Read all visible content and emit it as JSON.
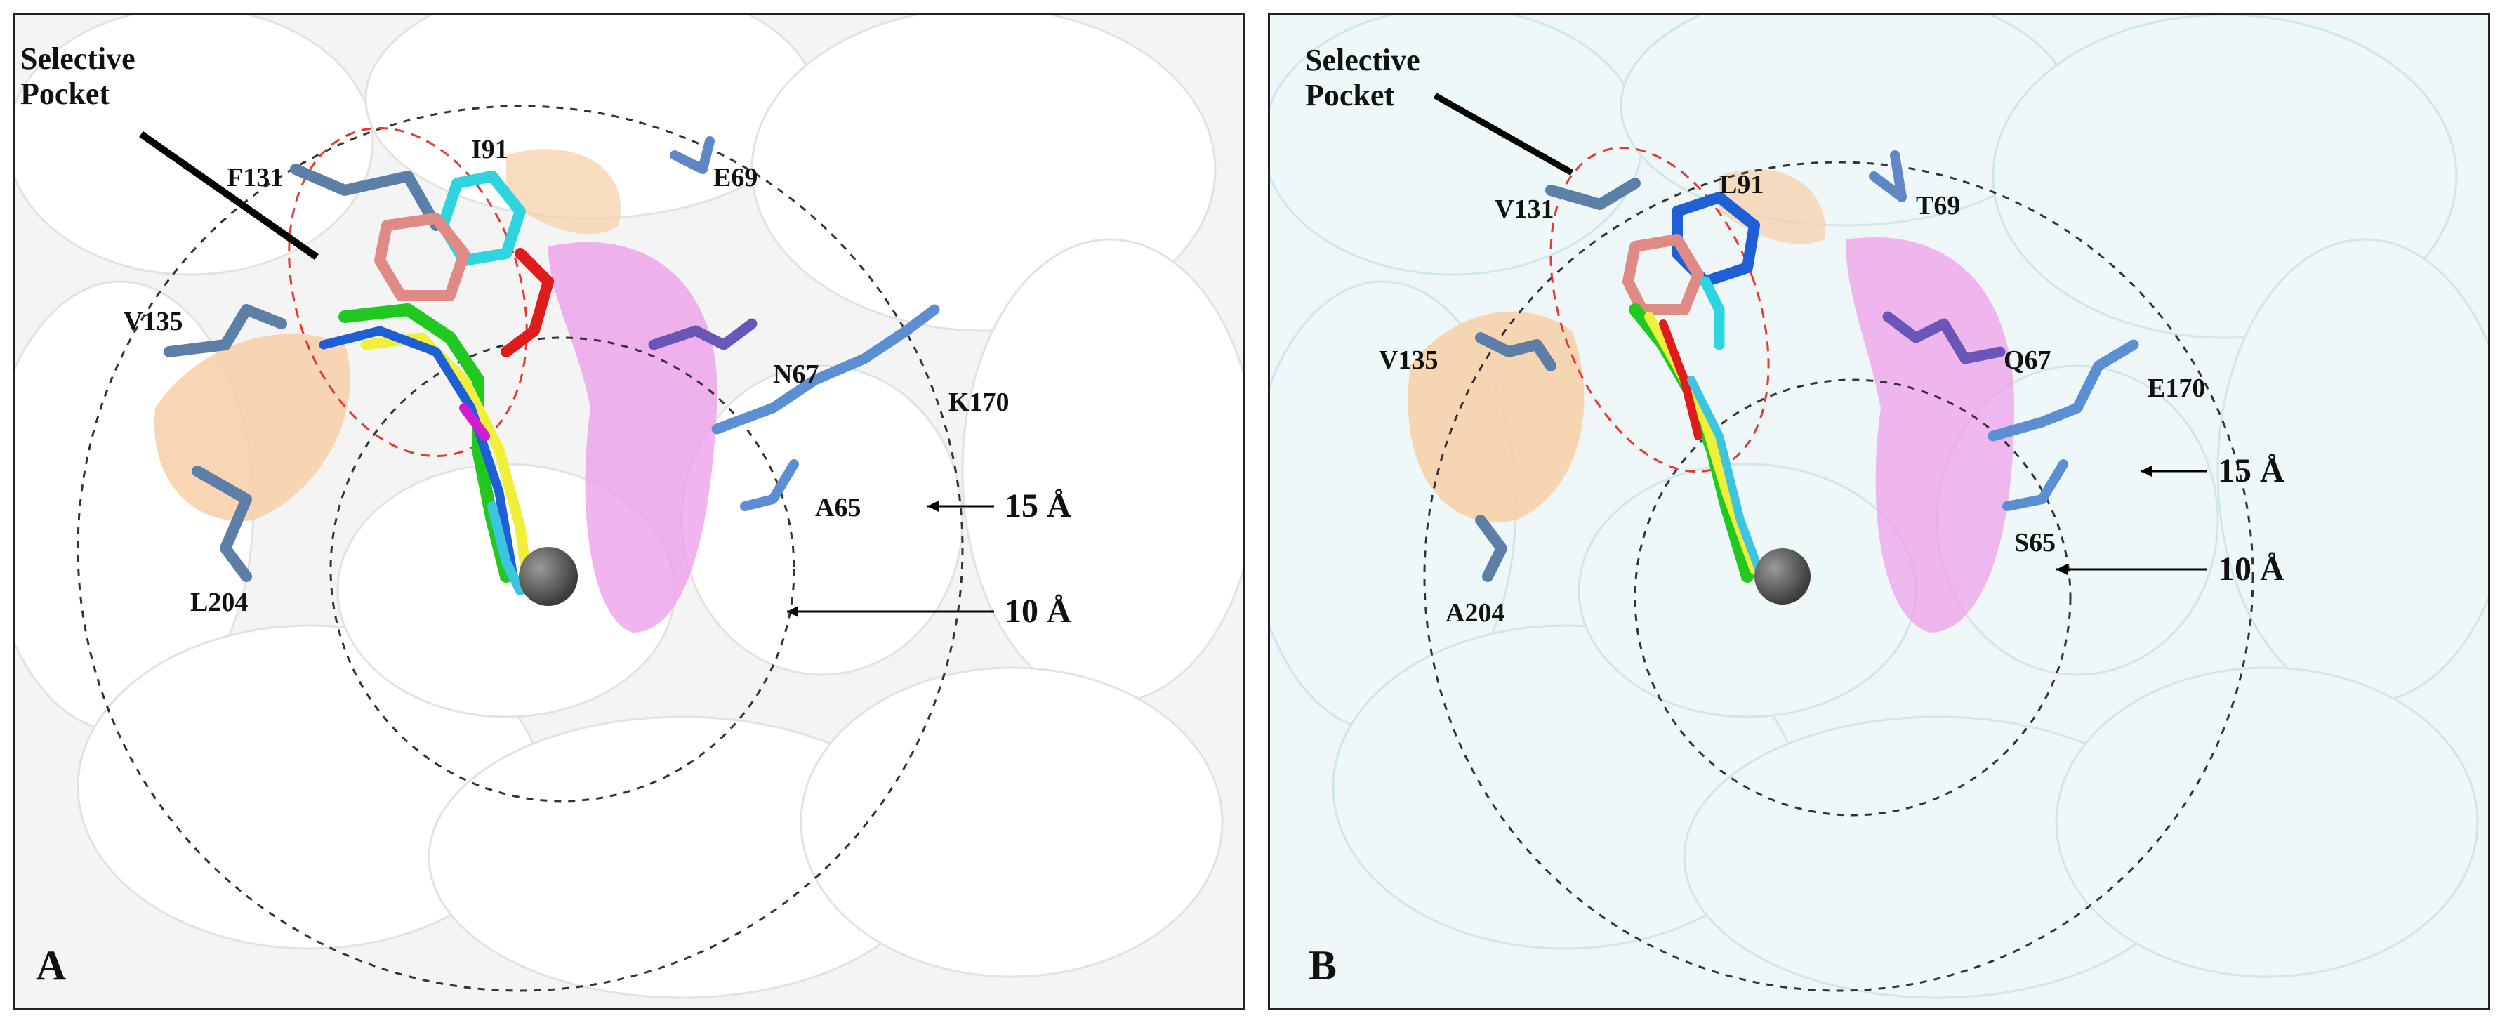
{
  "panels": [
    {
      "label": "A",
      "pocket": [
        "Selective",
        "Pocket"
      ],
      "residues": [
        "F131",
        "I91",
        "E69",
        "V135",
        "N67",
        "K170",
        "A65",
        "L204"
      ],
      "radii": [
        "15 Å",
        "10 Å"
      ],
      "surface_color": "#f2f2f2",
      "accent_orange": "#f6c9a0",
      "accent_pink": "#ee9be8"
    },
    {
      "label": "B",
      "pocket": [
        "Selective",
        "Pocket"
      ],
      "residues": [
        "V131",
        "L91",
        "T69",
        "V135",
        "Q67",
        "E170",
        "S65",
        "A204"
      ],
      "radii": [
        "15 Å",
        "10 Å"
      ],
      "surface_color": "#e6f3f4",
      "accent_orange": "#f6c9a0",
      "accent_pink": "#ee9be8"
    }
  ]
}
